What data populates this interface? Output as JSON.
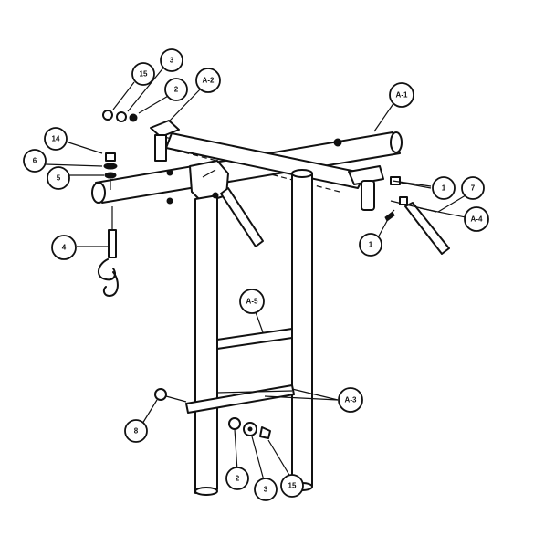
{
  "callouts": [
    {
      "id": "c15a",
      "label": "15"
    },
    {
      "id": "c3a",
      "label": "3"
    },
    {
      "id": "c2a",
      "label": "2"
    },
    {
      "id": "cA2",
      "label": "A-2"
    },
    {
      "id": "cA1",
      "label": "A-1"
    },
    {
      "id": "c14",
      "label": "14"
    },
    {
      "id": "c6",
      "label": "6"
    },
    {
      "id": "c5",
      "label": "5"
    },
    {
      "id": "c1a",
      "label": "1"
    },
    {
      "id": "c7",
      "label": "7"
    },
    {
      "id": "cA4",
      "label": "A-4"
    },
    {
      "id": "c1b",
      "label": "1"
    },
    {
      "id": "c4",
      "label": "4"
    },
    {
      "id": "cA5",
      "label": "A-5"
    },
    {
      "id": "cA3",
      "label": "A-3"
    },
    {
      "id": "c8",
      "label": "8"
    },
    {
      "id": "c2b",
      "label": "2"
    },
    {
      "id": "c3b",
      "label": "3"
    },
    {
      "id": "c15b",
      "label": "15"
    }
  ]
}
